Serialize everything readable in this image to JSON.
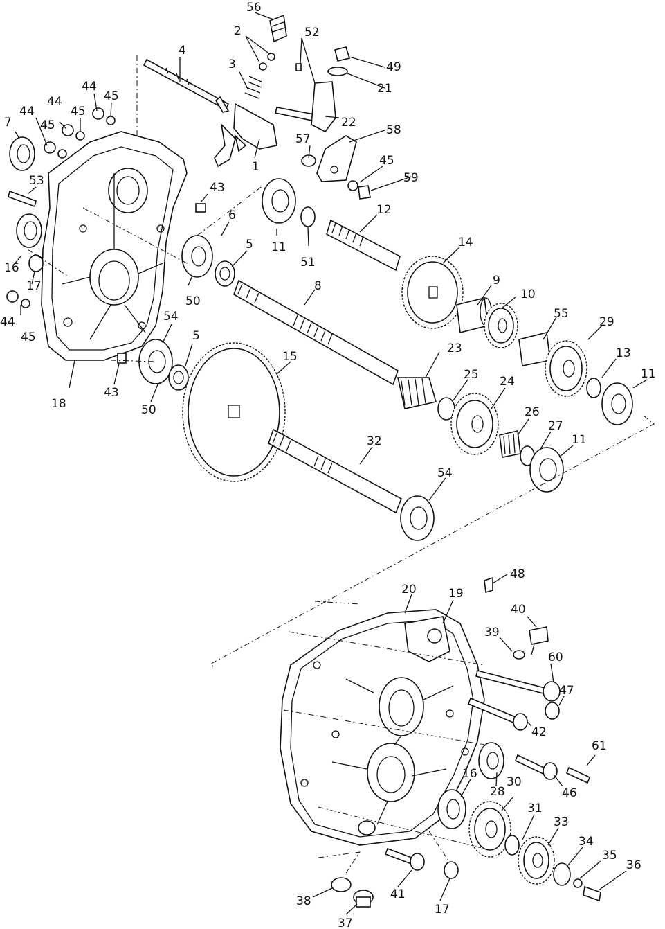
{
  "diagram": {
    "labels": [
      "56",
      "2",
      "52",
      "4",
      "3",
      "49",
      "21",
      "22",
      "58",
      "57",
      "45",
      "59",
      "1",
      "44",
      "45",
      "44",
      "45",
      "7",
      "44",
      "45",
      "53",
      "43",
      "6",
      "11",
      "51",
      "12",
      "14",
      "5",
      "16",
      "17",
      "50",
      "8",
      "9",
      "10",
      "55",
      "29",
      "44",
      "45",
      "54",
      "5",
      "23",
      "13",
      "11",
      "18",
      "43",
      "50",
      "15",
      "25",
      "24",
      "26",
      "27",
      "11",
      "32",
      "54",
      "48",
      "20",
      "19",
      "40",
      "39",
      "60",
      "47",
      "42",
      "61",
      "46",
      "16",
      "28",
      "30",
      "31",
      "33",
      "34",
      "35",
      "36",
      "41",
      "17",
      "38",
      "37"
    ]
  }
}
